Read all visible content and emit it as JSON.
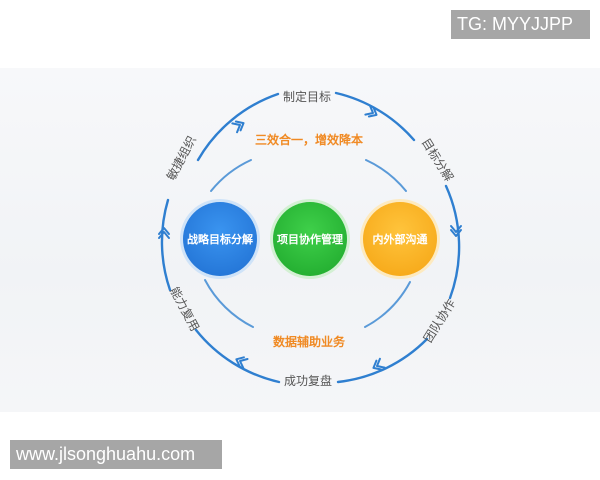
{
  "watermarks": {
    "top_right": "TG: MYYJJPP",
    "bottom_left": "www.jlsonghuahu.com"
  },
  "diagram": {
    "outer_cycle": [
      {
        "label": "制定目标",
        "position": "top"
      },
      {
        "label": "目标分解",
        "position": "upper-right"
      },
      {
        "label": "团队协作",
        "position": "lower-right"
      },
      {
        "label": "成功复盘",
        "position": "bottom"
      },
      {
        "label": "能力复用",
        "position": "lower-left"
      },
      {
        "label": "敏捷组织",
        "position": "upper-left"
      }
    ],
    "inner_top_label": "三效合一，增效降本",
    "inner_bottom_label": "数据辅助业务",
    "circles": [
      {
        "label": "战略目标分解",
        "color": "#2f86e8"
      },
      {
        "label": "项目协作管理",
        "color": "#2fbf3a"
      },
      {
        "label": "内外部沟通",
        "color": "#fbb82b"
      }
    ],
    "colors": {
      "ring": "#2f7fd0",
      "inner_ring": "#5a9ad8",
      "accent_text": "#f08a24",
      "label_text": "#555555"
    }
  }
}
